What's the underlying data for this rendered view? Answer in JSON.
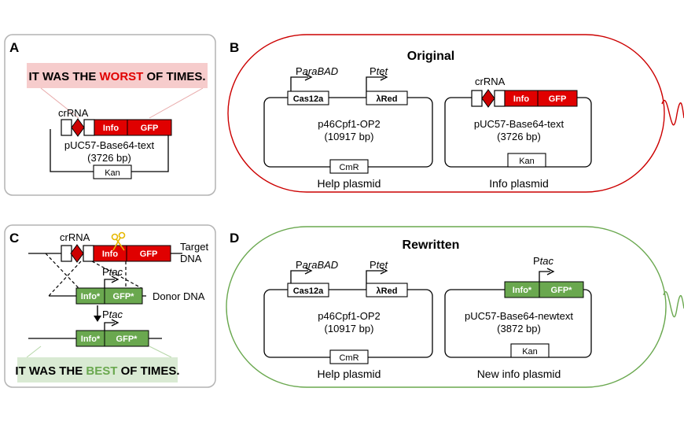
{
  "panels": {
    "a": "A",
    "b": "B",
    "c": "C",
    "d": "D"
  },
  "colors": {
    "red": "#e00000",
    "green": "#6aa84f",
    "pink_bg": "#f6cccc",
    "green_bg": "#d9ead3",
    "cell_red": "#cc0000",
    "cell_green": "#6aa84f"
  },
  "panel_a": {
    "sentence_parts": [
      "IT WAS THE ",
      "WORST",
      " OF TIMES."
    ],
    "crrna": "crRNA",
    "info": "Info",
    "gfp": "GFP",
    "plasmid_name": "pUC57-Base64-text",
    "plasmid_size": "(3726 bp)",
    "marker": "Kan"
  },
  "panel_b": {
    "title": "Original",
    "help": {
      "promoter1_prefix": "P",
      "promoter1_italic": "araBAD",
      "promoter2_prefix": "P",
      "promoter2_italic": "tet",
      "gene1": "Cas12a",
      "gene2": "λRed",
      "name": "p46Cpf1-OP2",
      "size": "(10917 bp)",
      "marker": "CmR",
      "caption": "Help plasmid"
    },
    "info": {
      "crrna": "crRNA",
      "info": "Info",
      "gfp": "GFP",
      "name": "pUC57-Base64-text",
      "size": "(3726 bp)",
      "marker": "Kan",
      "caption": "Info plasmid"
    }
  },
  "panel_c": {
    "crrna": "crRNA",
    "info": "Info",
    "gfp": "GFP",
    "target_line1": "Target",
    "target_line2": "DNA",
    "ptac_prefix": "P",
    "ptac_italic": "tac",
    "info_star": "Info*",
    "gfp_star": "GFP*",
    "donor": "Donor DNA",
    "sentence_parts": [
      "IT WAS THE ",
      "BEST",
      " OF TIMES."
    ]
  },
  "panel_d": {
    "title": "Rewritten",
    "help": {
      "promoter1_prefix": "P",
      "promoter1_italic": "araBAD",
      "promoter2_prefix": "P",
      "promoter2_italic": "tet",
      "gene1": "Cas12a",
      "gene2": "λRed",
      "name": "p46Cpf1-OP2",
      "size": "(10917 bp)",
      "marker": "CmR",
      "caption": "Help plasmid"
    },
    "info": {
      "promoter_prefix": "P",
      "promoter_italic": "tac",
      "info": "Info*",
      "gfp": "GFP*",
      "name": "pUC57-Base64-newtext",
      "size": "(3872 bp)",
      "marker": "Kan",
      "caption": "New info plasmid"
    }
  }
}
